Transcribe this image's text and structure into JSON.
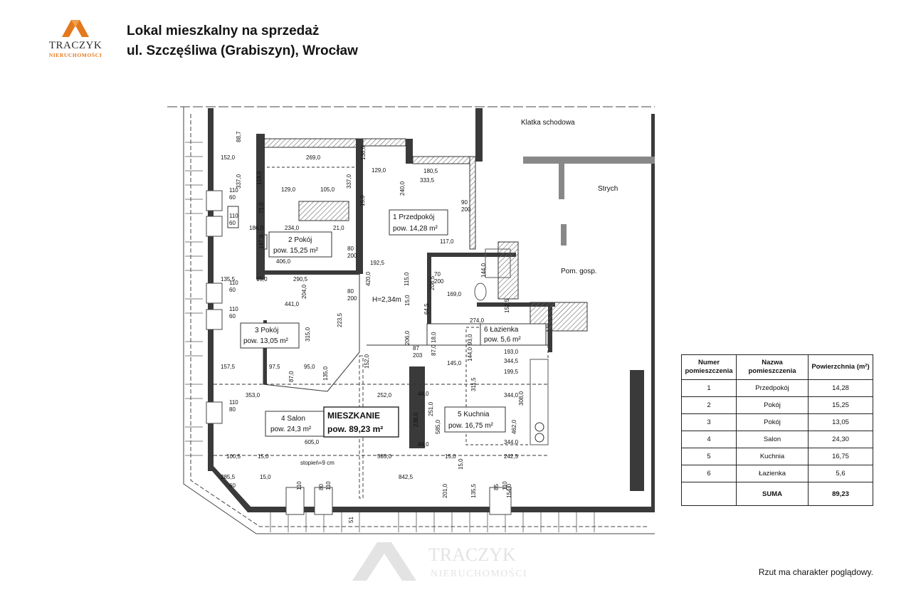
{
  "brand": {
    "name": "TRACZYK",
    "subtitle": "NIERUCHOMOŚCI",
    "accent_color": "#e4791c"
  },
  "header": {
    "line1": "Lokal mieszkalny na sprzedaż",
    "line2": "ul. Szczęśliwa (Grabiszyn), Wrocław"
  },
  "plan": {
    "area_labels": {
      "stair": "Klatka schodowa",
      "attic": "Strych",
      "utility": "Pom. gosp.",
      "apartment": "MIESZKANIE",
      "apartment_area": "pow. 89,23 m²",
      "height": "H=2,34m",
      "steps": "stopień=9 cm"
    },
    "rooms": [
      {
        "name": "1 Przedpokój",
        "area": "pow. 14,28 m²"
      },
      {
        "name": "2 Pokój",
        "area": "pow. 15,25 m²"
      },
      {
        "name": "3 Pokój",
        "area": "pow. 13,05 m²"
      },
      {
        "name": "4 Salon",
        "area": "pow. 24,3 m²"
      },
      {
        "name": "5 Kuchnia",
        "area": "pow. 16,75 m²"
      },
      {
        "name": "6 Łazienka",
        "area": "pow. 5,6 m²"
      }
    ],
    "dimensions": [
      "152,0",
      "88,7",
      "269,0",
      "138,0",
      "129,0",
      "180,5",
      "333,5",
      "337,0",
      "119,0",
      "129,0",
      "105,0",
      "337,0",
      "240,0",
      "15,0",
      "90",
      "200",
      "71,0",
      "234,0",
      "21,0",
      "186,0",
      "147,0",
      "80",
      "200",
      "192,5",
      "117,0",
      "406,0",
      "420,0",
      "135,5",
      "15,0",
      "290,5",
      "70",
      "200",
      "115,0",
      "208,5",
      "144,0",
      "204,0",
      "80",
      "200",
      "169,0",
      "441,0",
      "15,0",
      "64,5",
      "152,5",
      "274,0",
      "223,5",
      "315,0",
      "206,0",
      "18,0",
      "87",
      "203",
      "87,0",
      "93,0",
      "193,0",
      "157,5",
      "97,5",
      "95,0",
      "87,0",
      "144,0",
      "135,0",
      "152,0",
      "145,0",
      "344,5",
      "199,5",
      "353,0",
      "252,0",
      "44,0",
      "311,5",
      "344,0",
      "238,0",
      "251,0",
      "585,0",
      "462,0",
      "308,0",
      "605,0",
      "44,0",
      "344,0",
      "100,5",
      "15,0",
      "585,0",
      "15,0",
      "242,5",
      "15,0",
      "285,5",
      "15,0",
      "842,5",
      "201,0",
      "135,5",
      "154,0",
      "60",
      "110",
      "60",
      "110",
      "60",
      "110",
      "60",
      "110",
      "60",
      "110",
      "80",
      "110",
      "80",
      "110",
      "85",
      "110",
      "51"
    ]
  },
  "table": {
    "headers": [
      "Numer pomieszczenia",
      "Nazwa pomieszczenia",
      "Powierzchnia (m²)"
    ],
    "rows": [
      {
        "num": "1",
        "name": "Przedpokój",
        "area": "14,28"
      },
      {
        "num": "2",
        "name": "Pokój",
        "area": "15,25"
      },
      {
        "num": "3",
        "name": "Pokój",
        "area": "13,05"
      },
      {
        "num": "4",
        "name": "Salon",
        "area": "24,30"
      },
      {
        "num": "5",
        "name": "Kuchnia",
        "area": "16,75"
      },
      {
        "num": "6",
        "name": "Łazienka",
        "area": "5,6"
      }
    ],
    "sum_label": "SUMA",
    "sum_value": "89,23"
  },
  "footnote": "Rzut ma charakter poglądowy.",
  "watermark": {
    "name": "TRACZYK",
    "subtitle": "NIERUCHOMOŚCI"
  }
}
